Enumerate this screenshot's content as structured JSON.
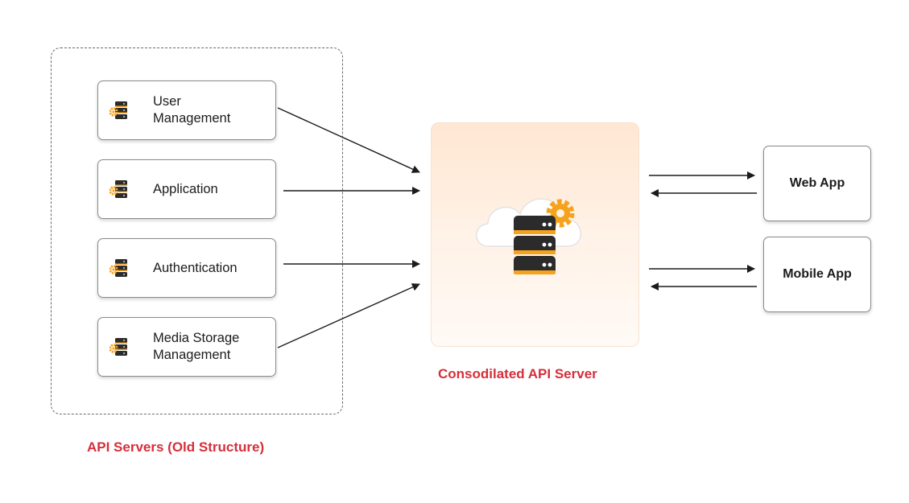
{
  "old_structure": {
    "caption": "API Servers (Old Structure)",
    "servers": [
      {
        "label": "User\nManagement",
        "icon": "server-gear-icon"
      },
      {
        "label": "Application",
        "icon": "server-gear-icon"
      },
      {
        "label": "Authentication",
        "icon": "server-gear-icon"
      },
      {
        "label": "Media Storage\nManagement",
        "icon": "server-gear-icon"
      }
    ]
  },
  "consolidated": {
    "caption": "Consodilated API Server",
    "icon": "cloud-server-gear-icon"
  },
  "clients": [
    {
      "label": "Web App"
    },
    {
      "label": "Mobile App"
    }
  ],
  "colors": {
    "caption_red": "#d42f3b",
    "panel_peach": "#ffe7d2",
    "gear_orange": "#f6a21d",
    "server_dark": "#2b2b2b"
  }
}
